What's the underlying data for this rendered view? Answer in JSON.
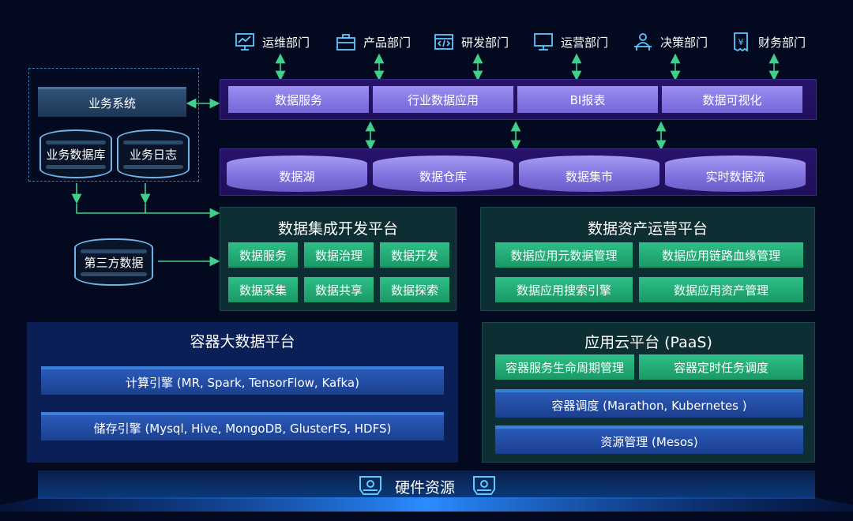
{
  "departments": [
    "运维部门",
    "产品部门",
    "研发部门",
    "运营部门",
    "决策部门",
    "财务部门"
  ],
  "services": [
    "数据服务",
    "行业数据应用",
    "BI报表",
    "数据可视化"
  ],
  "storage": [
    "数据湖",
    "数据仓库",
    "数据集市",
    "实时数据流"
  ],
  "business": {
    "system": "业务系统",
    "database": "业务数据库",
    "log": "业务日志"
  },
  "third_party": "第三方数据",
  "integration": {
    "title": "数据集成开发平台",
    "items": [
      "数据服务",
      "数据治理",
      "数据开发",
      "数据采集",
      "数据共享",
      "数据探索"
    ]
  },
  "asset": {
    "title": "数据资产运营平台",
    "items": [
      "数据应用元数据管理",
      "数据应用链路血缘管理",
      "数据应用搜索引擎",
      "数据应用资产管理"
    ]
  },
  "container": {
    "title": "容器大数据平台",
    "compute": "计算引擎 (MR, Spark, TensorFlow, Kafka)",
    "storage": "储存引擎 (Mysql, Hive, MongoDB, GlusterFS, HDFS)"
  },
  "paas": {
    "title": "应用云平台 (PaaS)",
    "items": [
      "容器服务生命周期管理",
      "容器定时任务调度"
    ],
    "scheduling": "容器调度 (Marathon, Kubernetes )",
    "resources": "资源管理 (Mesos)"
  },
  "hardware": "硬件资源",
  "colors": {
    "background": "#030a1f",
    "purple_band": "#27136a",
    "service_block": "#8a7ee8",
    "green_button": "#23ae77",
    "green_panel": "#0d2e33",
    "blue_panel": "#0a1f55",
    "engine_bar": "#1f4a9f",
    "arrow": "#3fd08a"
  }
}
